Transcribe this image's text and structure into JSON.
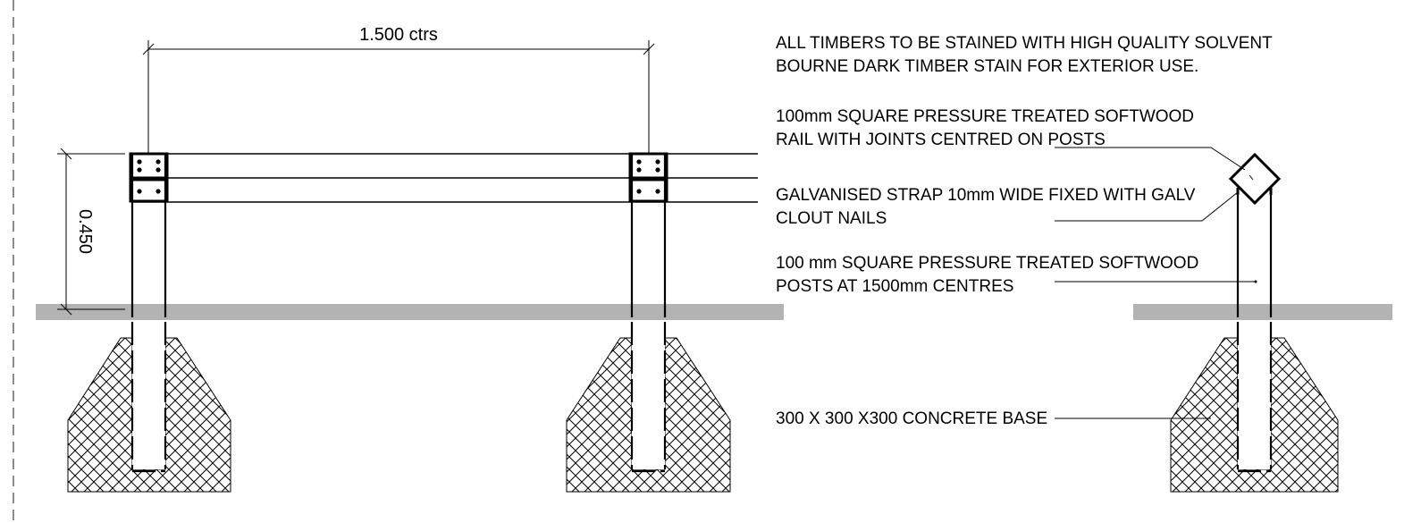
{
  "dimensions": {
    "post_spacing": "1.500 ctrs",
    "rail_height": "0.450"
  },
  "notes": {
    "stain": [
      "ALL TIMBERS TO BE STAINED WITH HIGH QUALITY SOLVENT",
      "BOURNE DARK TIMBER STAIN FOR EXTERIOR USE."
    ],
    "rail": [
      "100mm SQUARE PRESSURE TREATED SOFTWOOD",
      "RAIL WITH JOINTS CENTRED ON POSTS"
    ],
    "strap": [
      "GALVANISED STRAP 10mm WIDE FIXED WITH GALV",
      "CLOUT NAILS"
    ],
    "posts": [
      "100 mm SQUARE PRESSURE TREATED SOFTWOOD",
      "POSTS AT 1500mm CENTRES"
    ],
    "base": [
      "300 X 300 X300 CONCRETE BASE"
    ]
  },
  "colors": {
    "ground": "#b3b3b3",
    "line": "#000000",
    "background": "#ffffff"
  }
}
